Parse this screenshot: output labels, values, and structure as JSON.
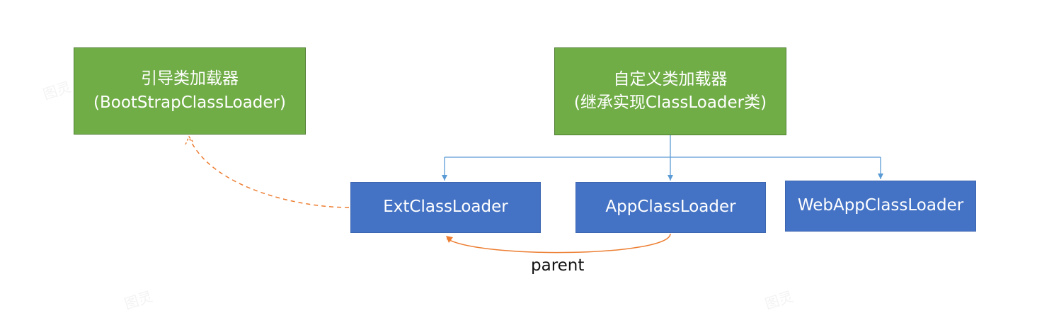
{
  "colors": {
    "green_box": "#70ad47",
    "blue_box": "#4472c4",
    "blue_line": "#5b9bd5",
    "orange_arrow": "#ed7d31"
  },
  "nodes": {
    "bootstrap": {
      "line1": "引导类加载器",
      "line2": "(BootStrapClassLoader)"
    },
    "custom": {
      "line1": "自定义类加载器",
      "line2": "(继承实现ClassLoader类)"
    },
    "ext": {
      "label": "ExtClassLoader"
    },
    "app": {
      "label": "AppClassLoader"
    },
    "webapp": {
      "label": "WebAppClassLoader"
    }
  },
  "edges": {
    "parent_label": "parent"
  },
  "watermark": {
    "text": "图灵"
  }
}
